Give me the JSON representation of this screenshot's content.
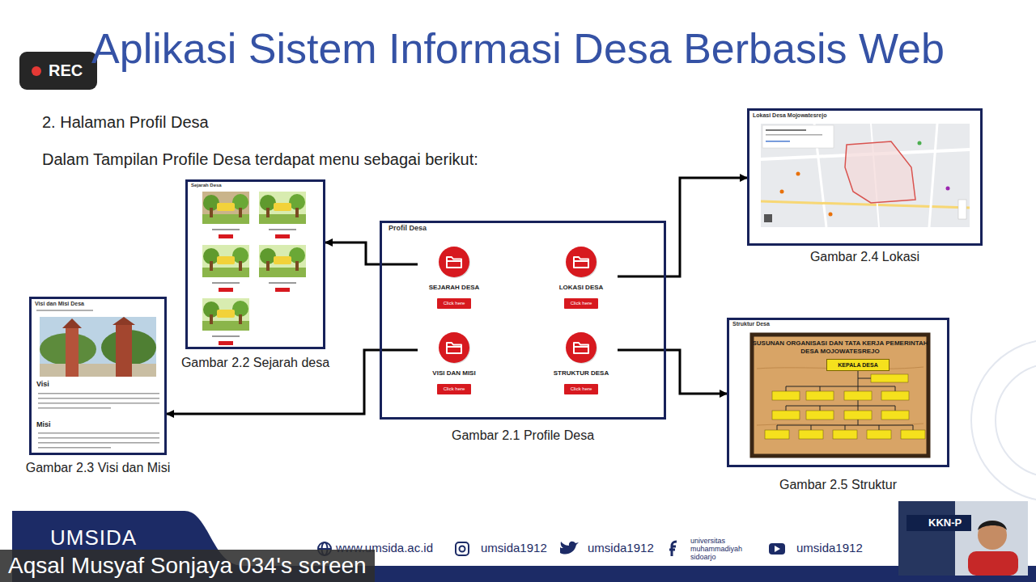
{
  "diagram": {
    "title": "Aplikasi Sistem Informasi Desa Berbasis Web",
    "nodes": [
      {
        "text": [
          "Profil Desa",
          "Gambar 2.1 Profile Desa"
        ]
      },
      {
        "text": [
          "SEJARAH DESA"
        ],
        "in": 0
      },
      {
        "text": [
          "Click here"
        ],
        "in": 1
      },
      {
        "text": [
          "LOKASI DESA"
        ],
        "in": 0
      },
      {
        "text": [
          "Click here"
        ],
        "in": 3
      },
      {
        "text": [
          "VISI DAN MISI"
        ],
        "in": 0
      },
      {
        "text": [
          "Click here"
        ],
        "in": 5
      },
      {
        "text": [
          "STRUKTUR DESA"
        ],
        "in": 0
      },
      {
        "text": [
          "Click here"
        ],
        "in": 7
      },
      {
        "text": [
          "Sejarah Desa",
          "Gambar 2.2 Sejarah desa"
        ]
      },
      {
        "text": [
          "Visi dan Misi Desa",
          "Visi",
          "Misi",
          "Gambar 2.3 Visi dan Misi"
        ]
      },
      {
        "text": [
          "Lokasi Desa Mojowatesrejo",
          "Gambar 2.4 Lokasi"
        ]
      },
      {
        "text": [
          "Struktur Desa",
          "SUSUNAN ORGANISASI DAN TATA KERJA PEMERINTAH DESA MOJOWATESREJO",
          "Gambar 2.5 Struktur"
        ]
      },
      {
        "text": [
          "KEPALA DESA"
        ],
        "in": 12
      }
    ],
    "edges": [
      {
        "from": 1,
        "to": 9,
        "arrow": "to"
      },
      {
        "from": 3,
        "to": 11,
        "arrow": "to"
      },
      {
        "from": 5,
        "to": 10,
        "arrow": "to"
      },
      {
        "from": 7,
        "to": 12,
        "arrow": "to"
      }
    ],
    "labels": [
      "2. Halaman Profil Desa",
      "Dalam Tampilan Profile Desa terdapat menu sebagai berikut:",
      "REC",
      "UMSIDA",
      "www.umsida.ac.id",
      "umsida1912",
      "umsida1912",
      "universitas muhammadiyah sidoarjo",
      "umsida1912",
      "Aqsal Musyaf Sonjaya 034's screen",
      "KKN-P"
    ]
  }
}
